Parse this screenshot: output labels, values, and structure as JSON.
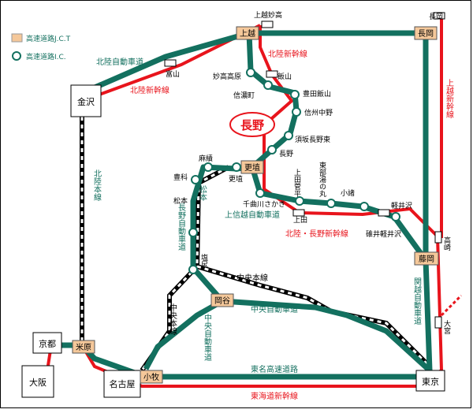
{
  "colors": {
    "expressway": "#13705f",
    "shinkansen": "#e8141c",
    "jct_fill": "#f5c89a",
    "ic_fill": "#ffffff",
    "label_green": "#13705f",
    "label_red": "#e8141c"
  },
  "legend": {
    "jct": "高速道路J.C.T",
    "ic": "高速道路I.C."
  },
  "highlight": {
    "nagano": "長野"
  },
  "cities": {
    "kanazawa": "金沢",
    "kyoto": "京都",
    "osaka": "大阪",
    "nagoya": "名古屋",
    "tokyo": "東京",
    "nagaoka": "長岡"
  },
  "jcts": {
    "joetsu": "上越",
    "nagaoka": "長岡",
    "koshoku": "更埴",
    "okaya": "岡谷",
    "fujioka": "藤岡",
    "maibara": "米原",
    "komaki": "小牧"
  },
  "stations": {
    "joetsu_myoko": "上越妙高",
    "nagaoka_top": "長岡",
    "toyama": "富山",
    "iiyama": "飯山",
    "ueda": "上田",
    "karuizawa": "軽井沢",
    "takasaki": "高崎",
    "omiya": "大宮"
  },
  "ics": {
    "myoko_kogen": "妙高高原",
    "shinanomachi": "信濃町",
    "toyota_iiyama": "豊田飯山",
    "shinshu_nakano": "信州中野",
    "suzaka_nagano_higashi": "須坂長野東",
    "nagano": "長野",
    "omi": "麻績",
    "toyoshina": "豊科",
    "kohshoku": "更埴",
    "matsumoto": "松本",
    "chikuma_sakaki": "千曲川さかき",
    "ueda_sugadaira": "上田菅平",
    "tobu_yunomaru": "東部湯の丸",
    "komoro": "小諸",
    "usui_karuizawa": "碓井軽井沢",
    "shiojiri": "塩尻"
  },
  "lines": {
    "hokuriku_expressway": "北陸自動車道",
    "hokuriku_shinkansen_n": "北陸新幹線",
    "hokuriku_shinkansen_w": "北陸新幹線",
    "hokuriku_honsen": "北陸本線",
    "joetsu_shinkansen": "上越新幹線",
    "joshinetsu_expressway": "上信越自動車道",
    "hokuriku_nagano_shinkansen": "北陸・長野新幹線",
    "nagano_expressway": "長野自動車道",
    "shinonoi_line": "松本",
    "chuo_honsen": "中央本線",
    "chuo_honsen_west": "中央本線",
    "chuo_expressway": "中央自動車道",
    "chuo_expressway_west": "中央自動車道",
    "kanetsu_expressway": "関越自動車道",
    "tomei_expressway": "東名高速道路",
    "tokaido_shinkansen": "東海道新幹線"
  }
}
